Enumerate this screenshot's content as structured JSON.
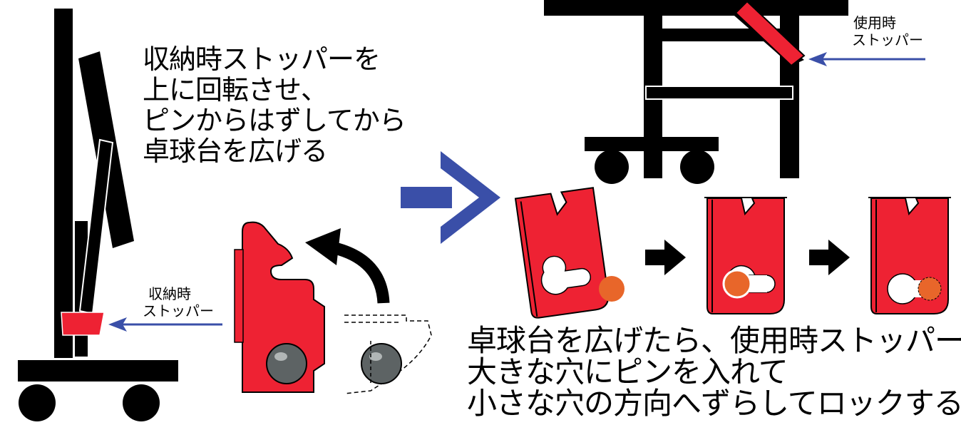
{
  "instruction_storage": {
    "lines": [
      "収納時ストッパーを",
      "上に回転させ、",
      "ピンからはずしてから",
      "卓球台を広げる"
    ]
  },
  "label_storage_stopper": {
    "lines": [
      "収納時",
      "ストッパー"
    ]
  },
  "label_use_stopper": {
    "lines": [
      "使用時",
      "ストッパー"
    ]
  },
  "instruction_use": {
    "lines": [
      "卓球台を広げたら、使用時ストッパーの",
      "大きな穴にピンを入れて",
      "小さな穴の方向へずらしてロックする"
    ]
  },
  "colors": {
    "stopper_red": "#ee2233",
    "pin_orange": "#e8662a",
    "arrow_blue": "#3a4fa8",
    "frame_black": "#000000",
    "pin_gray": "#5d6364"
  },
  "icons": [
    "big-right-arrow-icon",
    "rotate-arrow-icon",
    "step-arrow-icon"
  ]
}
